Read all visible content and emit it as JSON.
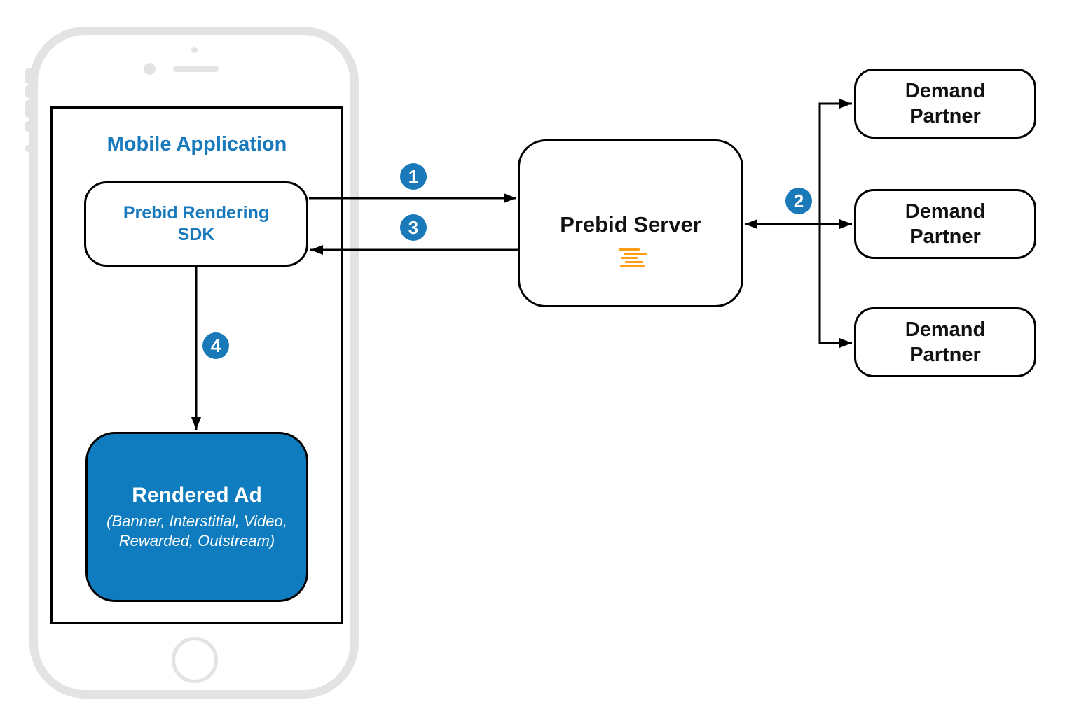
{
  "colors": {
    "accent_blue": "#1879BD",
    "box_fill_blue": "#0E7CBE",
    "step_badge_blue": "#1A79B8",
    "logo_orange": "#FF9E16",
    "phone_gray": "#E3E3E6"
  },
  "mobile_app": {
    "title": "Mobile Application",
    "sdk": {
      "label_line1": "Prebid Rendering",
      "label_line2": "SDK"
    },
    "rendered_ad": {
      "title": "Rendered Ad",
      "subtitle_line1": "(Banner, Interstitial, Video,",
      "subtitle_line2": "Rewarded, Outstream)"
    }
  },
  "server": {
    "title": "Prebid Server",
    "logo_icon": "prebid-logo-icon"
  },
  "demand_partners": [
    {
      "label_line1": "Demand",
      "label_line2": "Partner"
    },
    {
      "label_line1": "Demand",
      "label_line2": "Partner"
    },
    {
      "label_line1": "Demand",
      "label_line2": "Partner"
    }
  ],
  "steps": [
    "1",
    "2",
    "3",
    "4"
  ]
}
